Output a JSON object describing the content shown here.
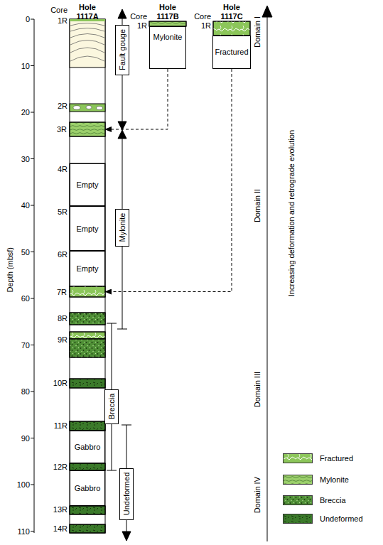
{
  "diagram": {
    "nodes": [
      {
        "text": [
          "Mylonite"
        ]
      },
      {
        "text": [
          "Fractured"
        ]
      },
      {
        "text": [
          "3R"
        ]
      },
      {
        "text": [
          "7R"
        ]
      },
      {
        "text": [
          "Empty"
        ]
      },
      {
        "text": [
          "Empty"
        ]
      },
      {
        "text": [
          "Empty"
        ]
      },
      {
        "text": [
          "Gabbro"
        ]
      },
      {
        "text": [
          "Gabbro"
        ]
      },
      {
        "text": [
          "Fault gouge"
        ]
      },
      {
        "text": [
          "Mylonite"
        ]
      },
      {
        "text": [
          "Breccia"
        ]
      },
      {
        "text": [
          "Undeformed"
        ]
      }
    ],
    "edges": [
      {
        "from": 0,
        "to": 2,
        "arrow": "to"
      },
      {
        "from": 1,
        "to": 3,
        "arrow": "to"
      }
    ],
    "labels": [
      "Hole 1117A",
      "Hole 1117B",
      "Hole 1117C",
      "Core",
      "Core",
      "Core",
      "1R",
      "2R",
      "4R",
      "5R",
      "6R",
      "8R",
      "9R",
      "10R",
      "11R",
      "12R",
      "13R",
      "14R",
      "1R",
      "1R",
      "Depth (mbsf)",
      "0",
      "10",
      "20",
      "30",
      "40",
      "50",
      "60",
      "70",
      "80",
      "90",
      "100",
      "110",
      "Domain I",
      "Domain II",
      "Domain III",
      "Domain IV",
      "Increasing deformation and retrograde evolution"
    ],
    "legend": [
      {
        "text": "Fractured",
        "color": "#8cc65a"
      },
      {
        "text": "Mylonite",
        "color": "#9bcf6b"
      },
      {
        "text": "Breccia",
        "color": "#4f8f36"
      },
      {
        "text": "Undeformed",
        "color": "#3b7a2a"
      }
    ]
  }
}
